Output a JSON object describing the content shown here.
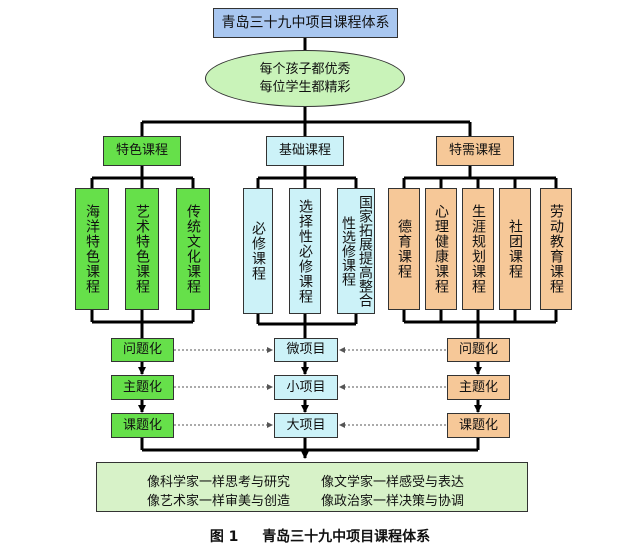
{
  "title": "青岛三十九中项目课程体系",
  "goal": {
    "line1": "每个孩子都优秀",
    "line2": "每位学生都精彩"
  },
  "branches": [
    {
      "label": "特色课程",
      "color": "#66e04a",
      "items": [
        "海洋特色课程",
        "艺术特色课程",
        "传统文化课程"
      ]
    },
    {
      "label": "基础课程",
      "color": "#ccf2f8",
      "items": [
        "必修课程",
        "选择性必修课程",
        "国家拓展提高整合性选修课程"
      ]
    },
    {
      "label": "特需课程",
      "color": "#f6c898",
      "items": [
        "德育课程",
        "心理健康课程",
        "生涯规划课程",
        "社团课程",
        "劳动教育课程"
      ]
    }
  ],
  "stages": {
    "left": [
      "问题化",
      "主题化",
      "课题化"
    ],
    "center": [
      "微项目",
      "小项目",
      "大项目"
    ],
    "right": [
      "问题化",
      "主题化",
      "课题化"
    ]
  },
  "outcomes": [
    "像科学家一样思考与研究",
    "像文学家一样感受与表达",
    "像艺术家一样审美与创造",
    "像政治家一样决策与协调"
  ],
  "caption": {
    "figure": "图 1",
    "text": "青岛三十九中项目课程体系"
  },
  "colors": {
    "header": "#a9c7f0",
    "goal": "#c9f3b9",
    "outcome": "#d7f2c8"
  }
}
